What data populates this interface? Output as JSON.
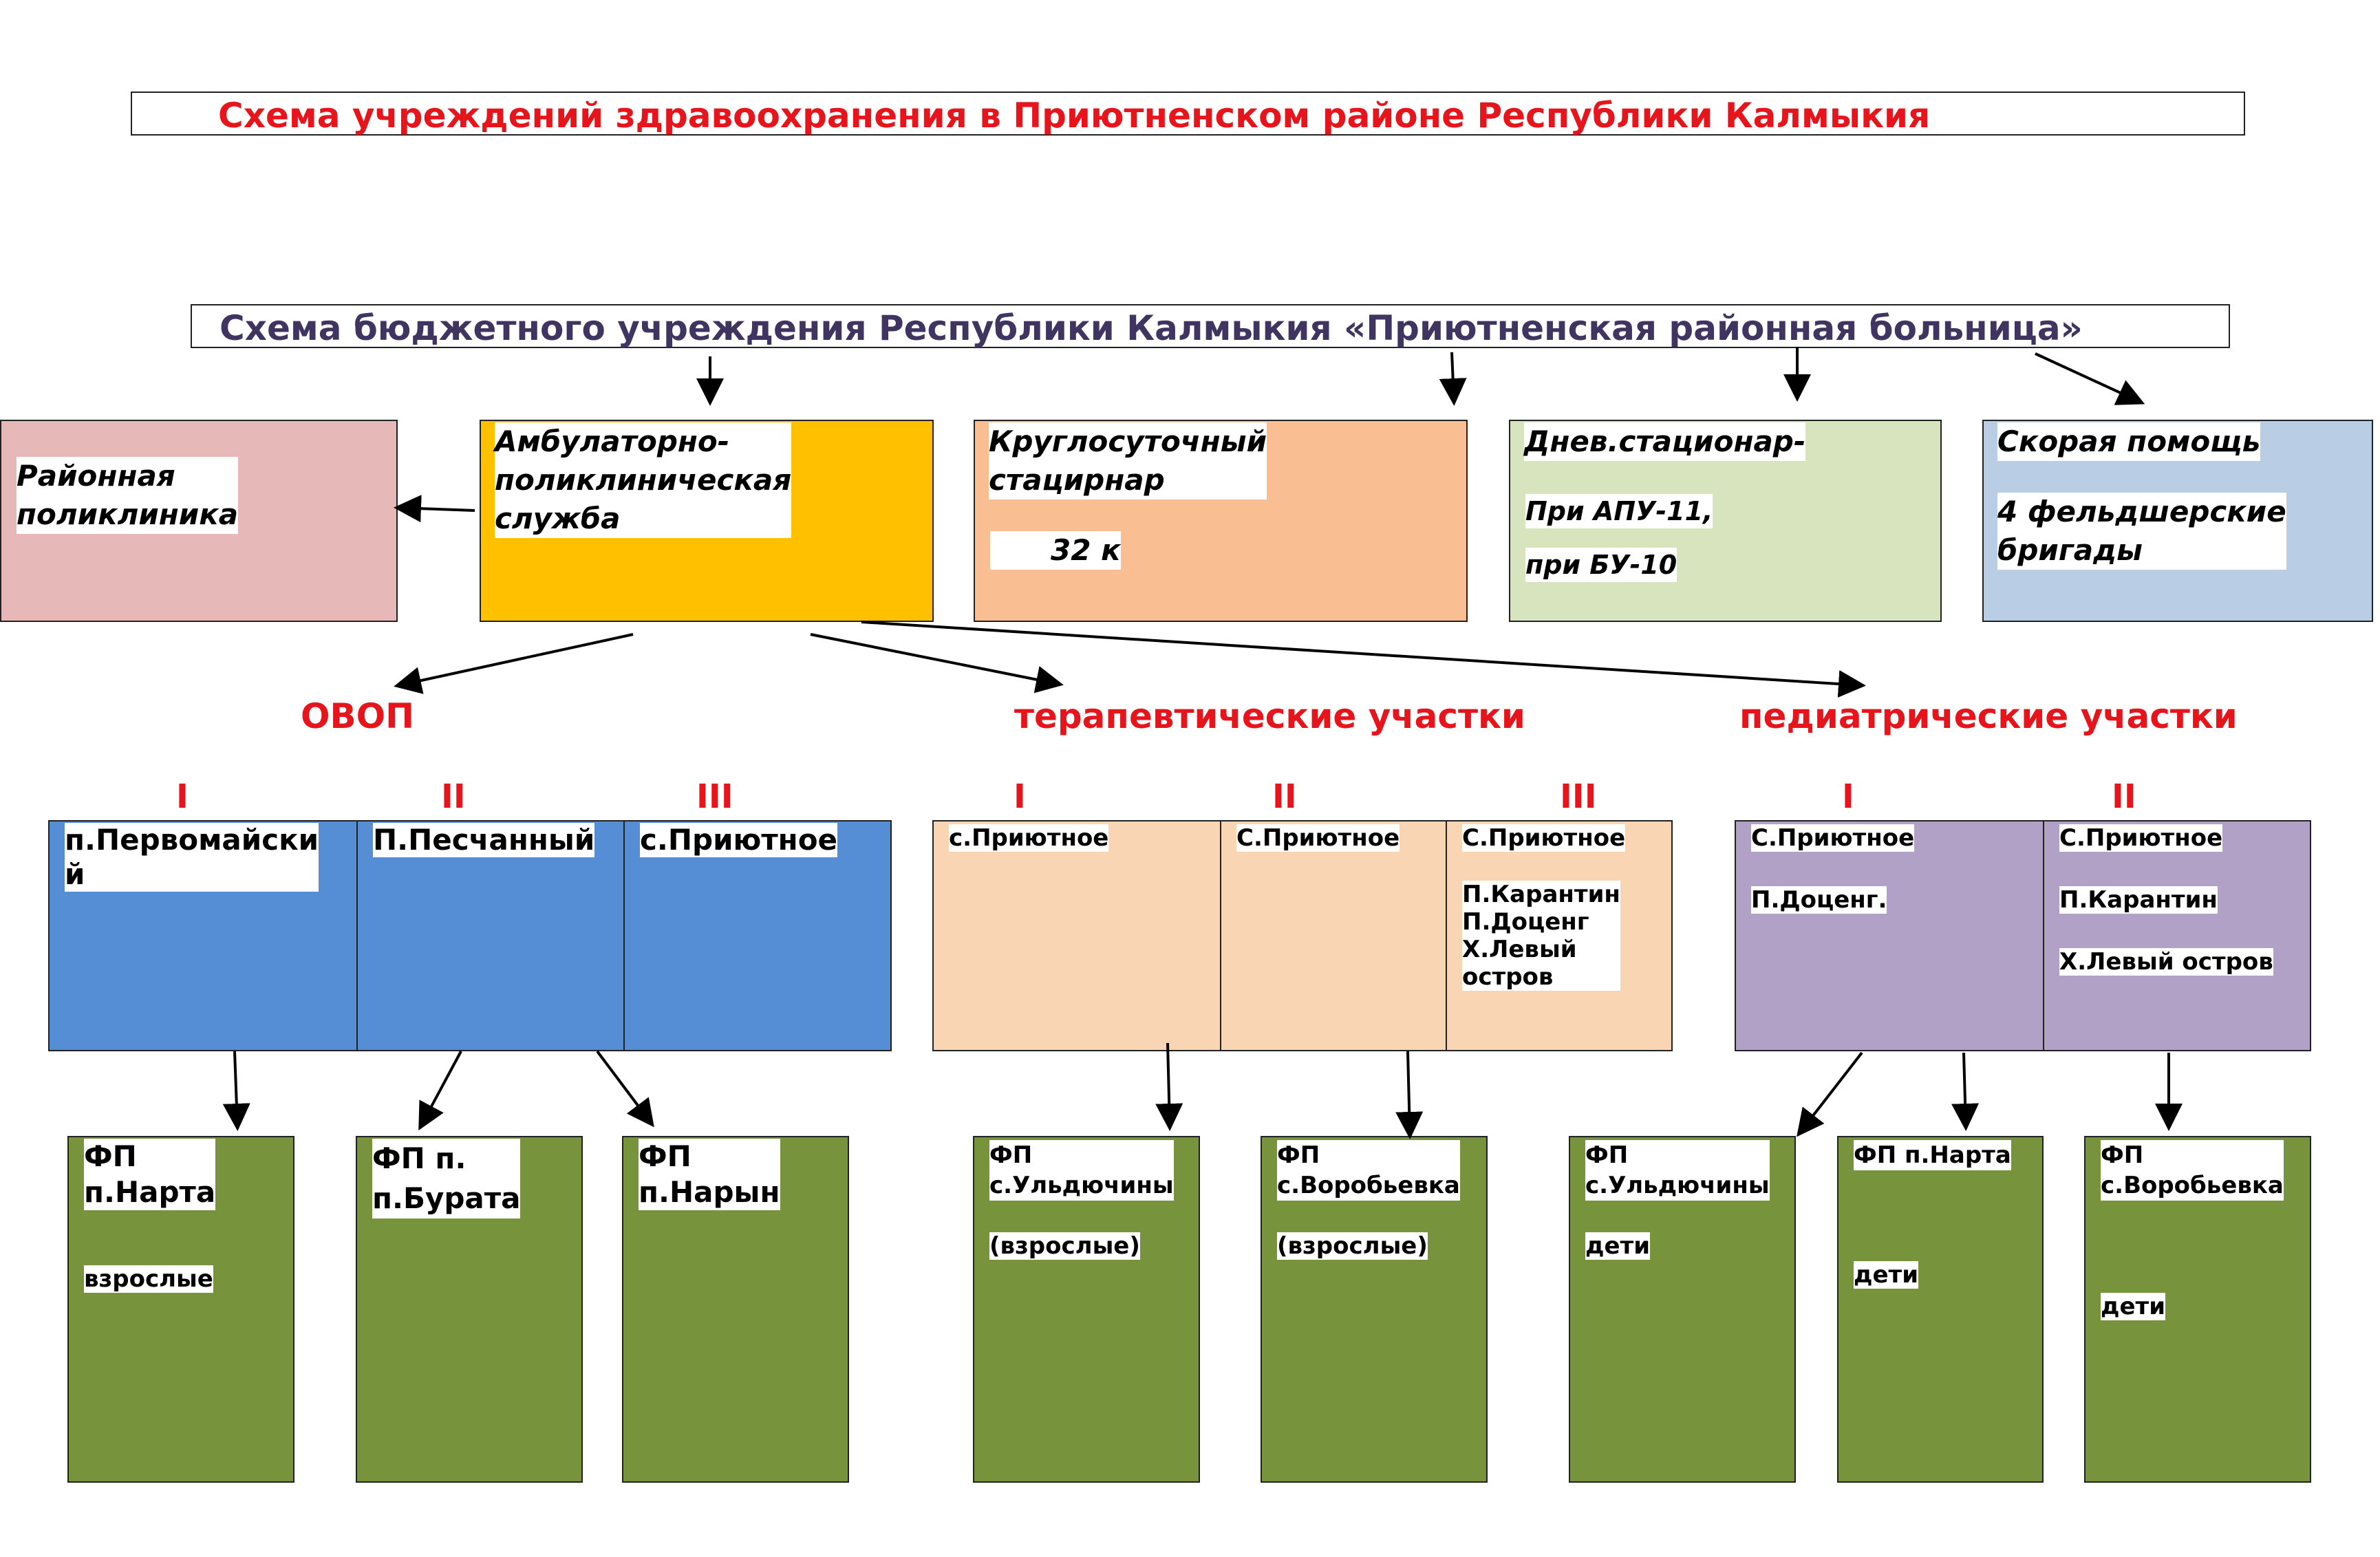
{
  "title": "Схема учреждений здравоохранения в Приютненском районе Республики Калмыкия",
  "subtitle": "Схема бюджетного учреждения Республики Калмыкия «Приютненская районная больница»",
  "colors": {
    "title_red": "#e8141b",
    "subtitle_purple": "#3f3560",
    "pink": "#e6b8b8",
    "yellow": "#ffc000",
    "peach": "#f9bf93",
    "light_green": "#d8e4bd",
    "light_blue": "#b9cde5",
    "blue": "#558ed5",
    "light_peach": "#f9d5b4",
    "purple": "#b1a1c7",
    "olive": "#77933c"
  },
  "top_boxes": {
    "district_clinic": "Районная\nполиклиника",
    "outpatient": "Амбулаторно-\nполиклиническая\nслужба",
    "inpatient_title": "Круглосуточный\nстацирнар",
    "inpatient_beds": "32 к",
    "day_title": "Днев.стационар-",
    "day_apu": "При АПУ-11,",
    "day_bu": "при БУ-10",
    "ambulance_title": "Скорая помощь",
    "ambulance_brigades": "4 фельдшерские\nбригады"
  },
  "sections": {
    "ovop": "ОВОП",
    "therapy": "терапевтические участки",
    "pediatric": "педиатрические участки"
  },
  "romans": {
    "ovop": [
      "I",
      "II",
      "III"
    ],
    "therapy": [
      "I",
      "II",
      "III"
    ],
    "pediatric": [
      "I",
      "II"
    ]
  },
  "ovop_cells": [
    "п.Первомайски\nй",
    "П.Песчанный",
    "с.Приютное"
  ],
  "therapy_cells": {
    "c1": "с.Приютное",
    "c2": "С.Приютное",
    "c3_a": "С.Приютное",
    "c3_b": "П.Карантин\nП.Доценг\nХ.Левый\nостров"
  },
  "pediatric_cells": {
    "c1_a": "С.Приютное",
    "c1_b": "П.Доценг.",
    "c2_a": "С.Приютное",
    "c2_b": "П.Карантин",
    "c2_c": "Х.Левый остров"
  },
  "fp_boxes": {
    "b1_title": "ФП\nп.Нарта",
    "b1_note": "взрослые",
    "b2_title": "ФП п.\nп.Бурата",
    "b3_title": "ФП\nп.Нарын",
    "b4_title": "ФП\nс.Ульдючины",
    "b4_note": "(взрослые)",
    "b5_title": "ФП\nс.Воробьевка",
    "b5_note": "(взрослые)",
    "b6_title": "ФП\nс.Ульдючины",
    "b6_note": "дети",
    "b7_title": "ФП п.Нарта",
    "b7_note": "дети",
    "b8_title": "ФП\nс.Воробьевка",
    "b8_note": "дети"
  }
}
